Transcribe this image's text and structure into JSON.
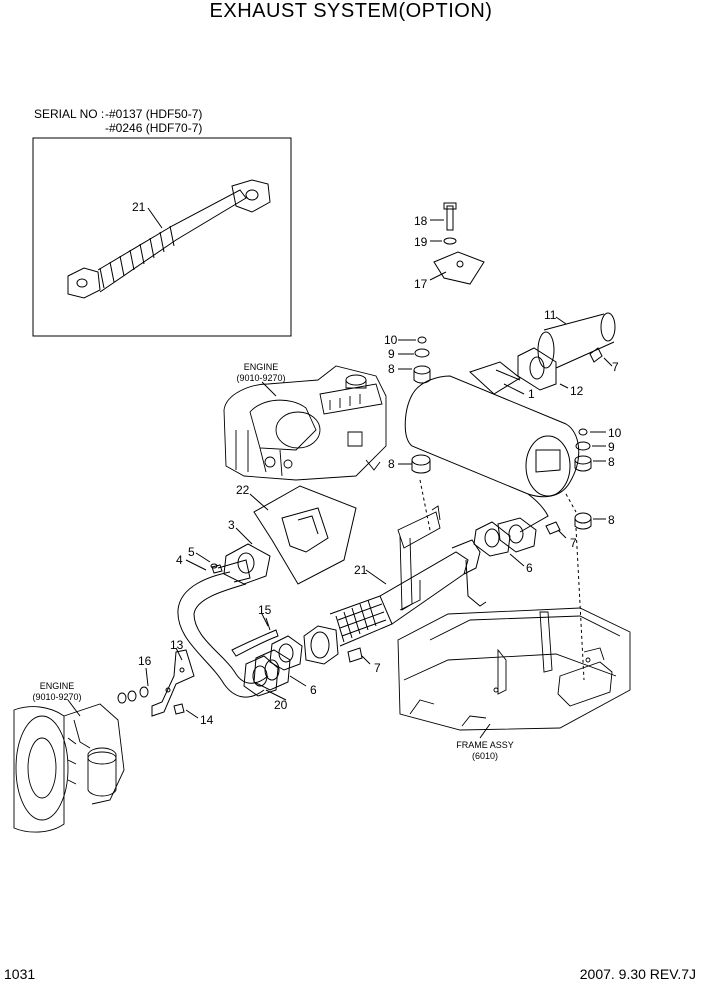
{
  "title": "EXHAUST SYSTEM(OPTION)",
  "serial": {
    "label": "SERIAL NO : ",
    "line1": "-#0137 (HDF50-7)",
    "line2": "-#0246 (HDF70-7)"
  },
  "callouts": {
    "c21_inset": "21",
    "c18": "18",
    "c19": "19",
    "c17": "17",
    "c11": "11",
    "c10a": "10",
    "c9a": "9",
    "c8a": "8",
    "c7a": "7",
    "c12": "12",
    "c1": "1",
    "c10b": "10",
    "c9b": "9",
    "c8b": "8",
    "c8c": "8",
    "c8d": "8",
    "c22": "22",
    "c3": "3",
    "c5": "5",
    "c4": "4",
    "c21": "21",
    "c6a": "6",
    "c7b": "7",
    "c15": "15",
    "c13": "13",
    "c16": "16",
    "c7c": "7",
    "c6b": "6",
    "c20": "20",
    "c14": "14"
  },
  "references": {
    "engine_top": {
      "name": "ENGINE",
      "code": "(9010-9270)"
    },
    "engine_left": {
      "name": "ENGINE",
      "code": "(9010-9270)"
    },
    "frame": {
      "name": "FRAME ASSY",
      "code": "(6010)"
    }
  },
  "footer": {
    "page": "1031",
    "date_rev": "2007. 9.30  REV.7J"
  }
}
